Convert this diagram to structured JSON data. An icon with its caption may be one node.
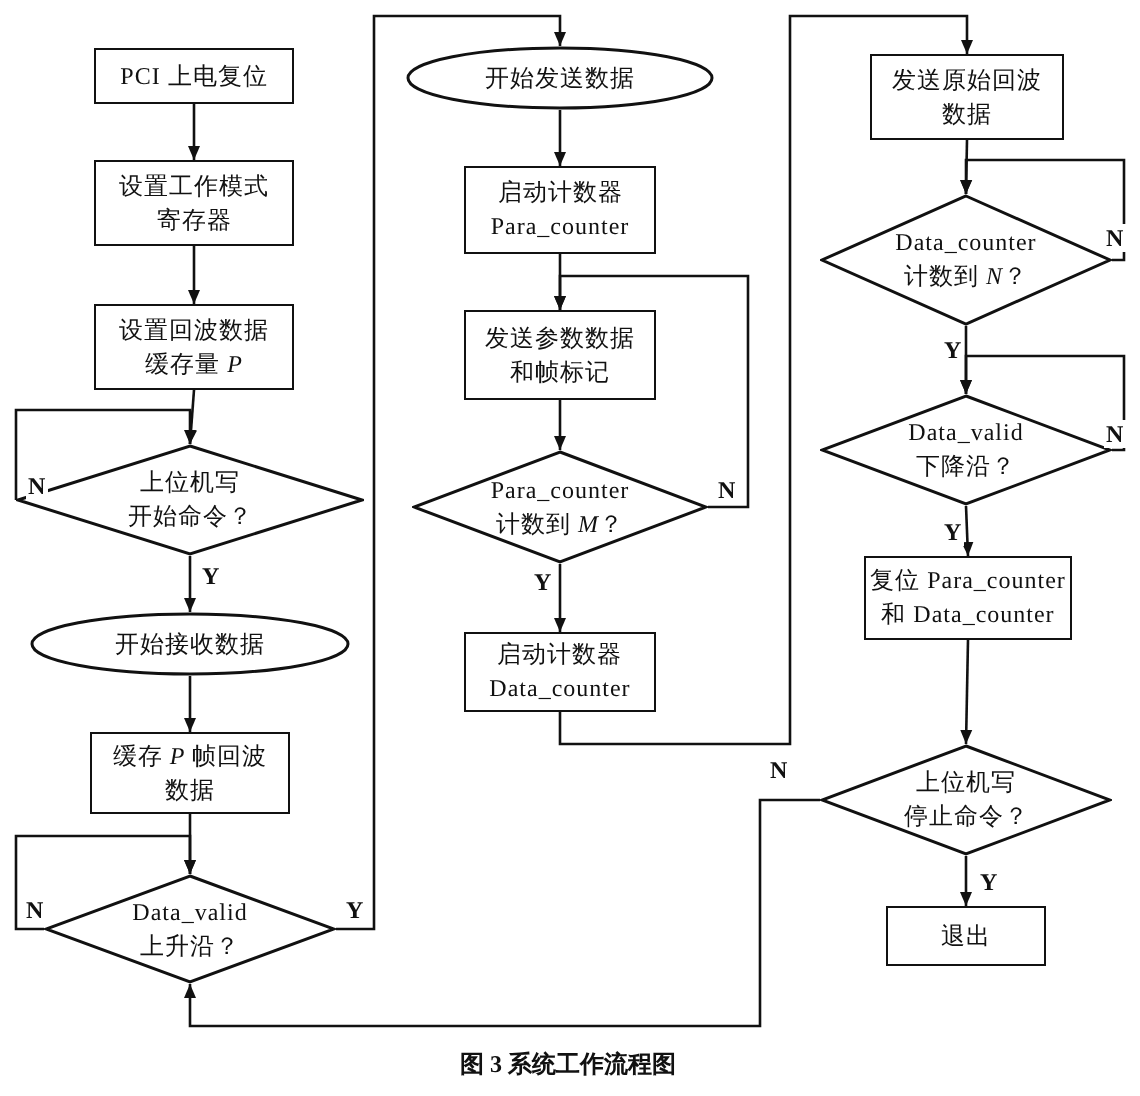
{
  "diagram": {
    "caption": "图 3 系统工作流程图",
    "nodes": [
      {
        "text": [
          "PCI 上电复位"
        ]
      },
      {
        "text": [
          "设置工作模式寄存器"
        ]
      },
      {
        "text": [
          "设置回波数据缓存量 *P*"
        ]
      },
      {
        "text": [
          "上位机写开始命令？"
        ]
      },
      {
        "text": [
          "开始接收数据"
        ]
      },
      {
        "text": [
          "缓存 *P* 帧回波数据"
        ]
      },
      {
        "text": [
          "Data_valid 上升沿？"
        ]
      },
      {
        "text": [
          "开始发送数据"
        ]
      },
      {
        "text": [
          "启动计数器 Para_counter"
        ]
      },
      {
        "text": [
          "发送参数数据和帧标记"
        ]
      },
      {
        "text": [
          "Para_counter 计数到 *M*？"
        ]
      },
      {
        "text": [
          "启动计数器 Data_counter"
        ]
      },
      {
        "text": [
          "发送原始回波数据"
        ]
      },
      {
        "text": [
          "Data_counter 计数到 *N*？"
        ]
      },
      {
        "text": [
          "Data_valid 下降沿？"
        ]
      },
      {
        "text": [
          "复位 Para_counter 和 Data_counter"
        ]
      },
      {
        "text": [
          "上位机写停止命令？"
        ]
      },
      {
        "text": [
          "退出"
        ]
      }
    ],
    "edges": [
      {
        "from": 0,
        "to": 1,
        "arrow": "to"
      },
      {
        "from": 1,
        "to": 2,
        "arrow": "to"
      },
      {
        "from": 2,
        "to": 3,
        "arrow": "to"
      },
      {
        "from": 3,
        "to": 3,
        "arrow": "to",
        "label": "N"
      },
      {
        "from": 3,
        "to": 4,
        "arrow": "to",
        "label": "Y"
      },
      {
        "from": 4,
        "to": 5,
        "arrow": "to"
      },
      {
        "from": 5,
        "to": 6,
        "arrow": "to"
      },
      {
        "from": 6,
        "to": 6,
        "arrow": "to",
        "label": "N"
      },
      {
        "from": 6,
        "to": 7,
        "arrow": "to",
        "label": "Y"
      },
      {
        "from": 7,
        "to": 8,
        "arrow": "to"
      },
      {
        "from": 8,
        "to": 9,
        "arrow": "to"
      },
      {
        "from": 9,
        "to": 10,
        "arrow": "to"
      },
      {
        "from": 10,
        "to": 9,
        "arrow": "to",
        "label": "N"
      },
      {
        "from": 10,
        "to": 11,
        "arrow": "to",
        "label": "Y"
      },
      {
        "from": 11,
        "to": 12,
        "arrow": "to"
      },
      {
        "from": 12,
        "to": 13,
        "arrow": "to"
      },
      {
        "from": 13,
        "to": 13,
        "arrow": "to",
        "label": "N"
      },
      {
        "from": 13,
        "to": 14,
        "arrow": "to",
        "label": "Y"
      },
      {
        "from": 14,
        "to": 14,
        "arrow": "to",
        "label": "N"
      },
      {
        "from": 14,
        "to": 15,
        "arrow": "to",
        "label": "Y"
      },
      {
        "from": 15,
        "to": 16,
        "arrow": "to"
      },
      {
        "from": 16,
        "to": 17,
        "arrow": "to",
        "label": "Y"
      },
      {
        "from": 16,
        "to": 6,
        "arrow": "to",
        "label": "N"
      }
    ]
  }
}
